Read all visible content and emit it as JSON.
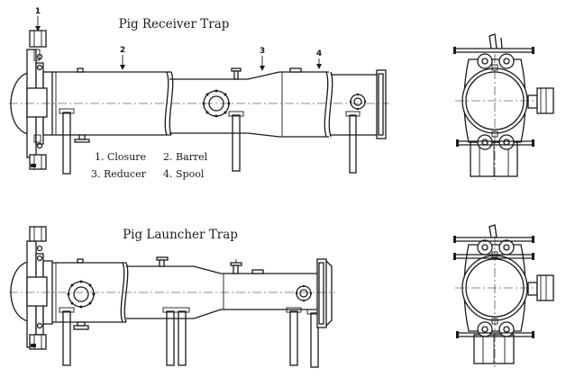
{
  "receiver": {
    "title": "Pig Receiver Trap",
    "markers": [
      "1",
      "2",
      "3",
      "4"
    ],
    "legend": [
      "1. Closure",
      "2. Barrel",
      "3. Reducer",
      "4. Spool"
    ]
  },
  "launcher": {
    "title": "Pig Launcher Trap"
  },
  "line_color": "#1a1a1a"
}
